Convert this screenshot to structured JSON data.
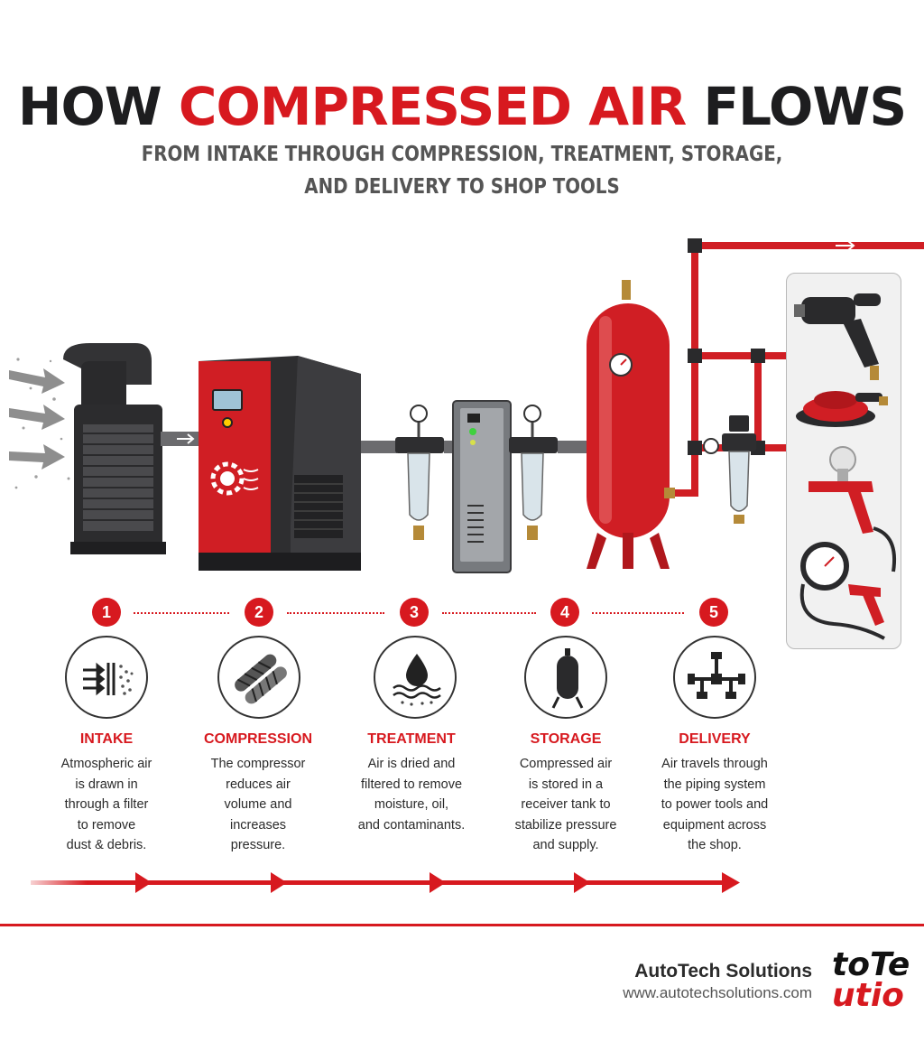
{
  "header": {
    "title_part1": "HOW ",
    "title_accent": "COMPRESSED AIR",
    "title_part2": " FLOWS",
    "subtitle_line1": "FROM INTAKE THROUGH COMPRESSION, TREATMENT, STORAGE,",
    "subtitle_line2": "AND DELIVERY TO SHOP TOOLS"
  },
  "icons": {
    "intake": "intake-filter-icon",
    "compressor": "rotary-screw-icon",
    "treatment": "water-drop-icon",
    "storage": "receiver-tank-icon",
    "delivery": "pipe-network-icon"
  },
  "steps": [
    {
      "number": "1",
      "title": "INTAKE",
      "desc": [
        "Atmospheric air",
        "is drawn in",
        "through a filter",
        "to remove",
        "dust & debris."
      ]
    },
    {
      "number": "2",
      "title": "COMPRESSION",
      "desc": [
        "The compressor",
        "reduces air",
        "volume and",
        "increases",
        "pressure."
      ]
    },
    {
      "number": "3",
      "title": "TREATMENT",
      "desc": [
        "Air is dried and",
        "filtered to remove",
        "moisture, oil,",
        "and contaminants."
      ]
    },
    {
      "number": "4",
      "title": "STORAGE",
      "desc": [
        "Compressed air",
        "is stored in a",
        "receiver tank to",
        "stabilize pressure",
        "and supply."
      ]
    },
    {
      "number": "5",
      "title": "DELIVERY",
      "desc": [
        "Air travels through",
        "the piping system",
        "to power tools and",
        "equipment across",
        "the shop."
      ]
    }
  ],
  "footer": {
    "company": "AutoTech Solutions",
    "website": "www.autotechsolutions.com",
    "logo_line1": "toTe",
    "logo_line2": "utio"
  },
  "colors": {
    "accent": "#d7191f",
    "dark": "#1d1d1f",
    "machine_gray": "#3a3a3c"
  }
}
